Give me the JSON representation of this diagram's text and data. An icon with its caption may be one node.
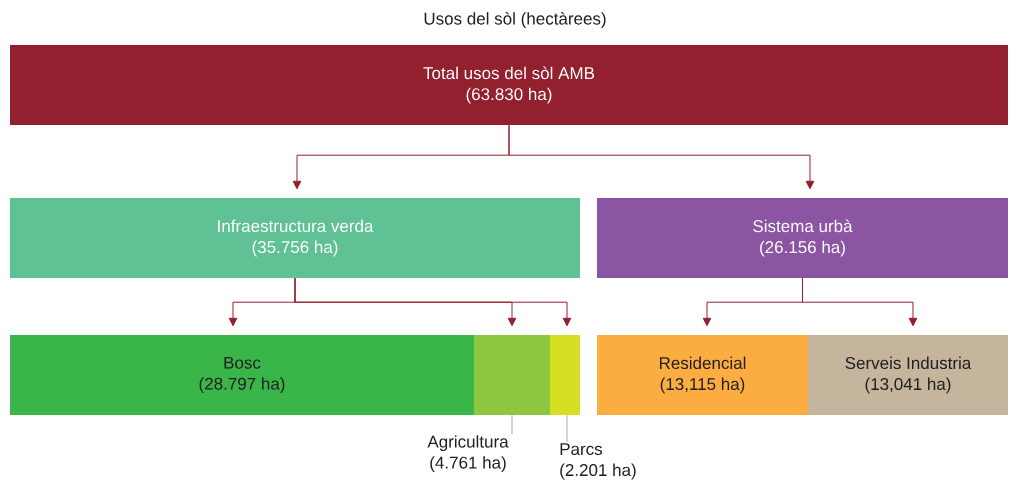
{
  "diagram": {
    "title": "Usos del sòl (hectàrees)",
    "nodes": [
      {
        "text": [
          "Total usos del sòl AMB",
          "(63.830 ha)"
        ]
      },
      {
        "text": [
          "Infraestructura verda",
          "(35.756 ha)"
        ]
      },
      {
        "text": [
          "Sistema urbà",
          "(26.156 ha)"
        ]
      },
      {
        "text": [
          "Bosc",
          "(28.797 ha)"
        ]
      },
      {
        "text": [],
        "shape": "bar"
      },
      {
        "text": [],
        "shape": "bar"
      },
      {
        "text": [
          "Residencial",
          "(13,115 ha)"
        ]
      },
      {
        "text": [
          "Serveis Industria",
          "(13,041  ha)"
        ]
      },
      {
        "text": [
          "Agricultura",
          "(4.761 ha)"
        ]
      },
      {
        "text": [
          "Parcs",
          "(2.201 ha)"
        ]
      }
    ],
    "edges": [
      {
        "from": 0,
        "to": 1,
        "arrow": "to"
      },
      {
        "from": 0,
        "to": 2,
        "arrow": "to"
      },
      {
        "from": 1,
        "to": 3,
        "arrow": "to"
      },
      {
        "from": 1,
        "to": 4,
        "arrow": "to"
      },
      {
        "from": 1,
        "to": 5,
        "arrow": "to"
      },
      {
        "from": 2,
        "to": 6,
        "arrow": "to"
      },
      {
        "from": 2,
        "to": 7,
        "arrow": "to"
      },
      {
        "from": 8,
        "to": 4,
        "arrow": "none",
        "color": "#a7a9ac"
      },
      {
        "from": 9,
        "to": 5,
        "arrow": "none",
        "color": "#a7a9ac"
      }
    ]
  }
}
